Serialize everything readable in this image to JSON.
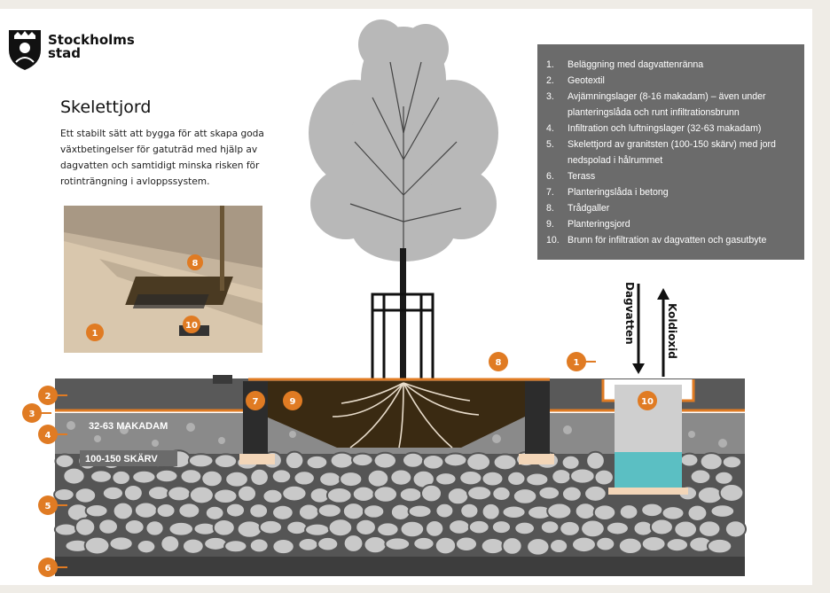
{
  "logo": {
    "name_line1": "Stockholms",
    "name_line2": "stad"
  },
  "title": "Skelettjord",
  "intro": "Ett stabilt sätt att bygga för att skapa goda växtbetingelser för gatuträd med hjälp av dagvatten och samtidigt minska risken för rotinträngning i avloppssystem.",
  "legend": [
    {
      "num": "1.",
      "text": "Beläggning med dagvattenränna"
    },
    {
      "num": "2.",
      "text": "Geotextil"
    },
    {
      "num": "3.",
      "text": "Avjämningslager (8-16 makadam) – även under planteringslåda och runt infiltrationsbrunn"
    },
    {
      "num": "4.",
      "text": "Infiltration och luftningslager (32-63 makadam)"
    },
    {
      "num": "5.",
      "text": "Skelettjord av granitsten (100-150 skärv) med jord nedspolad i hålrummet"
    },
    {
      "num": "6.",
      "text": "Terass"
    },
    {
      "num": "7.",
      "text": "Planteringslåda i betong"
    },
    {
      "num": "8.",
      "text": "Trådgaller"
    },
    {
      "num": "9.",
      "text": "Planteringsjord"
    },
    {
      "num": "10.",
      "text": "Brunn för infiltration av dagvatten och gasutbyte"
    }
  ],
  "markers": {
    "m1": "1",
    "m2": "2",
    "m3": "3",
    "m4": "4",
    "m5": "5",
    "m6": "6",
    "m7": "7",
    "m8": "8",
    "m9": "9",
    "m10": "10",
    "photo_m1": "1",
    "photo_m8": "8",
    "photo_m10": "10"
  },
  "layer_labels": {
    "makadam": "32-63 MAKADAM",
    "skarv": "100-150 SKÄRV"
  },
  "arrows": {
    "dagvatten": "Dagvatten",
    "koldioxid": "Koldioxid"
  },
  "colors": {
    "marker_orange": "#e07b23",
    "legend_bg": "#6b6b6b",
    "surface": "#595959",
    "soil": "#3a2a12",
    "stone": "#c9c9c9",
    "water": "#5bbfc3"
  }
}
